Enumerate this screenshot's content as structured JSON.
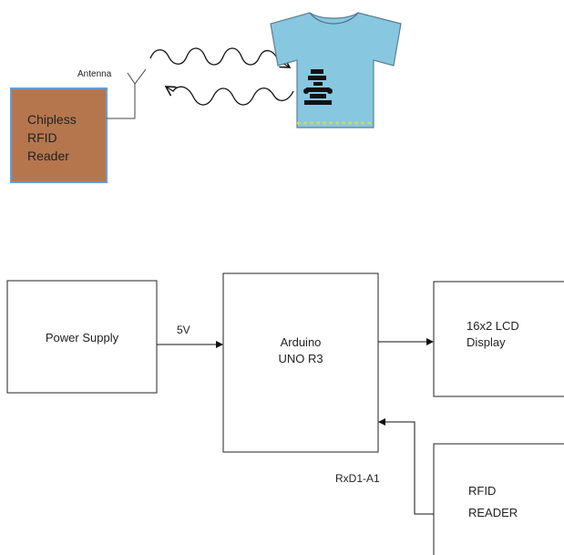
{
  "top_diagram": {
    "antenna_label": "Antenna",
    "reader_label_lines": [
      "Chipless",
      "RFID",
      "Reader"
    ],
    "reader_color": "#b5764e",
    "shirt_color": "#87c7e0"
  },
  "block_diagram": {
    "power_supply": "Power Supply",
    "voltage_label": "5V",
    "arduino_lines": [
      "Arduino",
      "UNO R3"
    ],
    "lcd_lines": [
      "16x2 LCD",
      "Display"
    ],
    "rfid_lines": [
      "RFID",
      "READER"
    ],
    "connection_label": "RxD1-A1"
  }
}
